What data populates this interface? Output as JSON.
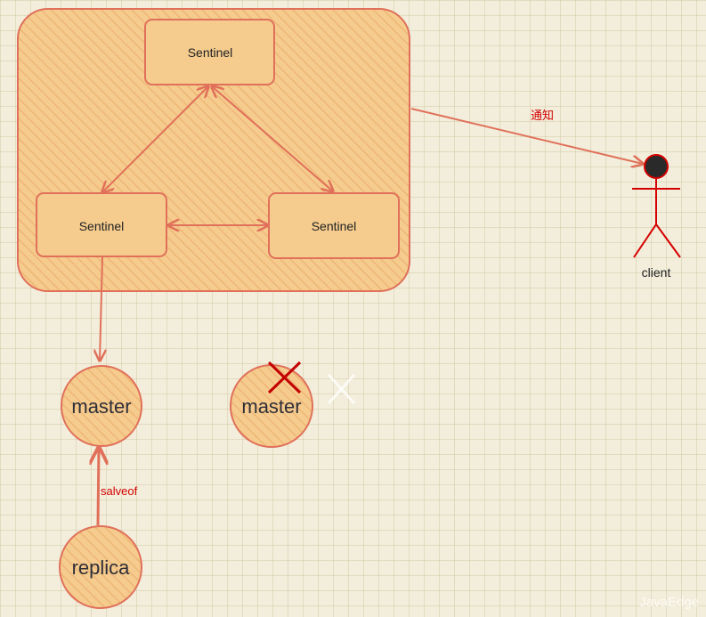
{
  "sentinel_cluster": {
    "top": "Sentinel",
    "left": "Sentinel",
    "right": "Sentinel"
  },
  "nodes": {
    "master": "master",
    "failed_master": "master",
    "replica": "replica"
  },
  "edges": {
    "notify": "通知",
    "replica_of": "salveof"
  },
  "actor": {
    "label": "client"
  },
  "watermark": "JavaEdge",
  "colors": {
    "stroke": "#e0705a",
    "fill": "#f5cc8e",
    "hatch": "#eeb676",
    "accent_red": "#d40000",
    "actor_head": "#2a2a2a"
  }
}
